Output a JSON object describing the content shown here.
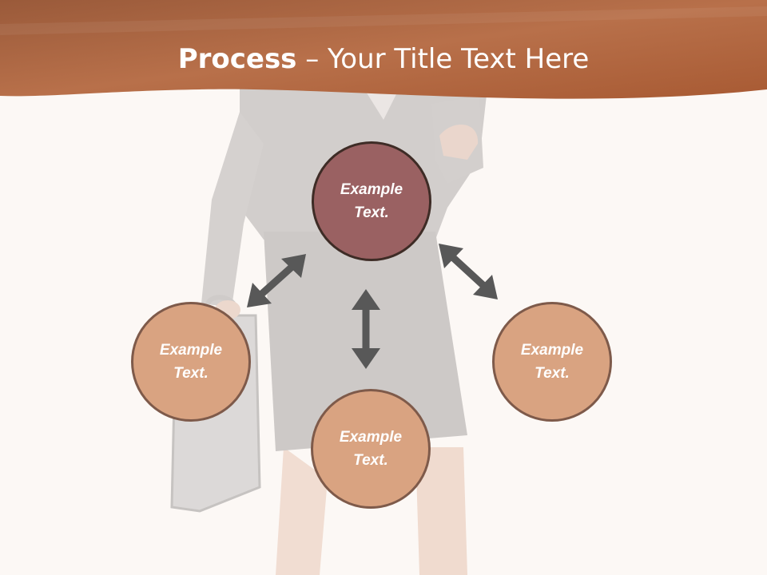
{
  "slide": {
    "title_strong": "Process",
    "title_rest": " – Your Title Text Here",
    "colors": {
      "banner": "#b8704a",
      "background": "#fcf8f5",
      "center_node": "#9a6162",
      "side_node": "#d9a381",
      "arrow": "#585858"
    }
  },
  "diagram": {
    "nodes": [
      {
        "id": "top",
        "label": "Example\nText."
      },
      {
        "id": "left",
        "label": "Example\nText."
      },
      {
        "id": "right",
        "label": "Example\nText."
      },
      {
        "id": "bottom",
        "label": "Example\nText."
      }
    ],
    "connections": [
      {
        "from": "top",
        "to": "left",
        "type": "double-arrow"
      },
      {
        "from": "top",
        "to": "right",
        "type": "double-arrow"
      },
      {
        "from": "top",
        "to": "bottom",
        "type": "double-arrow"
      }
    ]
  }
}
